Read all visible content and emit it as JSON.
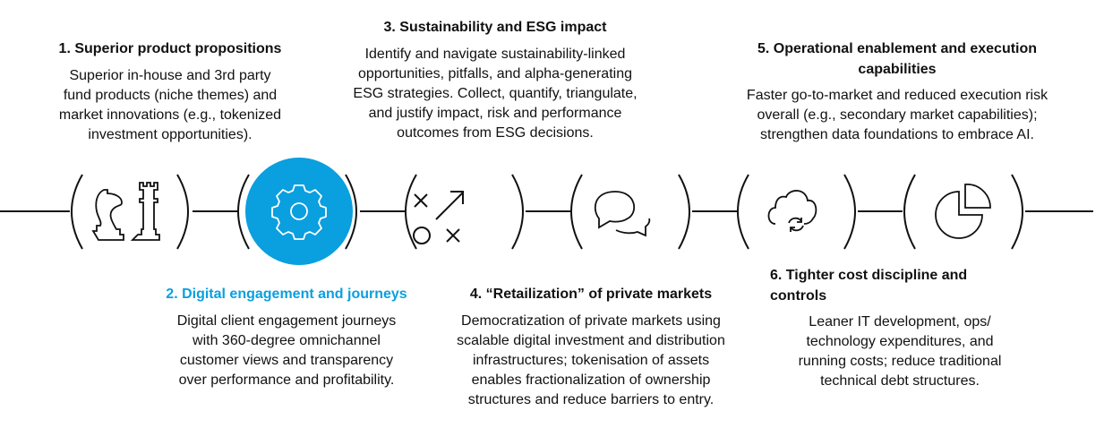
{
  "colors": {
    "accent": "#0a9fdf",
    "line": "#111111"
  },
  "items": [
    {
      "title": [
        "1. Superior product propositions"
      ],
      "body": [
        "Superior in-house and 3rd party",
        "fund products (niche themes) and",
        "market innovations (e.g., tokenized",
        "investment opportunities)."
      ],
      "icon": "chess-pieces-icon"
    },
    {
      "title": [
        "2. Digital engagement and journeys"
      ],
      "body": [
        "Digital client engagement journeys",
        "with 360-degree omnichannel",
        "customer views and transparency",
        "over performance and profitability."
      ],
      "icon": "gear-icon",
      "highlighted": true
    },
    {
      "title": [
        "3. Sustainability and ESG impact"
      ],
      "body": [
        "Identify and navigate sustainability-linked",
        "opportunities, pitfalls, and alpha-generating",
        "ESG strategies. Collect, quantify, triangulate,",
        "and justify impact, risk and performance",
        "outcomes from ESG decisions."
      ],
      "icon": "strategy-xo-icon"
    },
    {
      "title": [
        "4. “Retailization” of private markets"
      ],
      "body": [
        "Democratization of private markets using",
        "scalable digital investment and distribution",
        "infrastructures; tokenisation of assets",
        "enables fractionalization of ownership",
        "structures and reduce barriers to entry."
      ],
      "icon": "chat-bubbles-icon"
    },
    {
      "title": [
        "5. Operational enablement and execution",
        "capabilities"
      ],
      "body": [
        "Faster go-to-market and reduced execution risk",
        "overall (e.g., secondary market capabilities);",
        "strengthen data foundations to embrace AI."
      ],
      "icon": "cloud-sync-icon"
    },
    {
      "title": [
        "6. Tighter cost discipline and",
        "controls"
      ],
      "body": [
        "Leaner IT development, ops/",
        "technology expenditures, and",
        "running costs; reduce traditional",
        "technical debt structures."
      ],
      "icon": "pie-chart-icon"
    }
  ]
}
